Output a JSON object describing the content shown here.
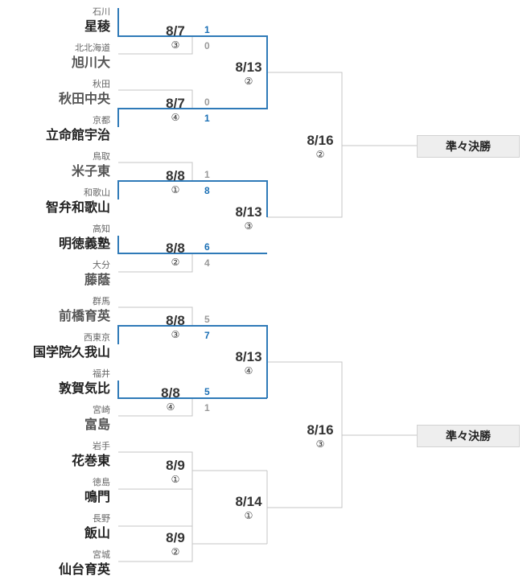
{
  "teams": [
    {
      "pref": "石川",
      "name": "星稜",
      "winner": true
    },
    {
      "pref": "北北海道",
      "name": "旭川大",
      "winner": false
    },
    {
      "pref": "秋田",
      "name": "秋田中央",
      "winner": false
    },
    {
      "pref": "京都",
      "name": "立命館宇治",
      "winner": true
    },
    {
      "pref": "鳥取",
      "name": "米子東",
      "winner": false
    },
    {
      "pref": "和歌山",
      "name": "智弁和歌山",
      "winner": true
    },
    {
      "pref": "高知",
      "name": "明徳義塾",
      "winner": true
    },
    {
      "pref": "大分",
      "name": "藤蔭",
      "winner": false
    },
    {
      "pref": "群馬",
      "name": "前橋育英",
      "winner": false
    },
    {
      "pref": "西東京",
      "name": "国学院久我山",
      "winner": true
    },
    {
      "pref": "福井",
      "name": "敦賀気比",
      "winner": true
    },
    {
      "pref": "宮崎",
      "name": "富島",
      "winner": false
    },
    {
      "pref": "岩手",
      "name": "花巻東",
      "winner": false
    },
    {
      "pref": "徳島",
      "name": "鳴門",
      "winner": false
    },
    {
      "pref": "長野",
      "name": "飯山",
      "winner": false
    },
    {
      "pref": "宮城",
      "name": "仙台育英",
      "winner": false
    }
  ],
  "round1": [
    {
      "date": "8/7",
      "game": "③",
      "scores": [
        "1",
        "0"
      ]
    },
    {
      "date": "8/7",
      "game": "④",
      "scores": [
        "0",
        "1"
      ]
    },
    {
      "date": "8/8",
      "game": "①",
      "scores": [
        "1",
        "8"
      ]
    },
    {
      "date": "8/8",
      "game": "②",
      "scores": [
        "6",
        "4"
      ]
    },
    {
      "date": "8/8",
      "game": "③",
      "scores": [
        "5",
        "7"
      ]
    },
    {
      "date": "8/8",
      "game": "④",
      "scores": [
        "5",
        "1"
      ]
    },
    {
      "date": "8/9",
      "game": "①",
      "scores": [
        "",
        ""
      ]
    },
    {
      "date": "8/9",
      "game": "②",
      "scores": [
        "",
        ""
      ]
    }
  ],
  "round2": [
    {
      "date": "8/13",
      "game": "②"
    },
    {
      "date": "8/13",
      "game": "③"
    },
    {
      "date": "8/13",
      "game": "④"
    },
    {
      "date": "8/14",
      "game": "①"
    }
  ],
  "round3": [
    {
      "date": "8/16",
      "game": "②"
    },
    {
      "date": "8/16",
      "game": "③"
    }
  ],
  "quarterfinal": {
    "label": "準々決勝"
  },
  "colors": {
    "winner_line": "#2f7ab8",
    "line": "#c4c4c4",
    "winner_score": "#1a6fb5",
    "loser_score": "#999999"
  }
}
